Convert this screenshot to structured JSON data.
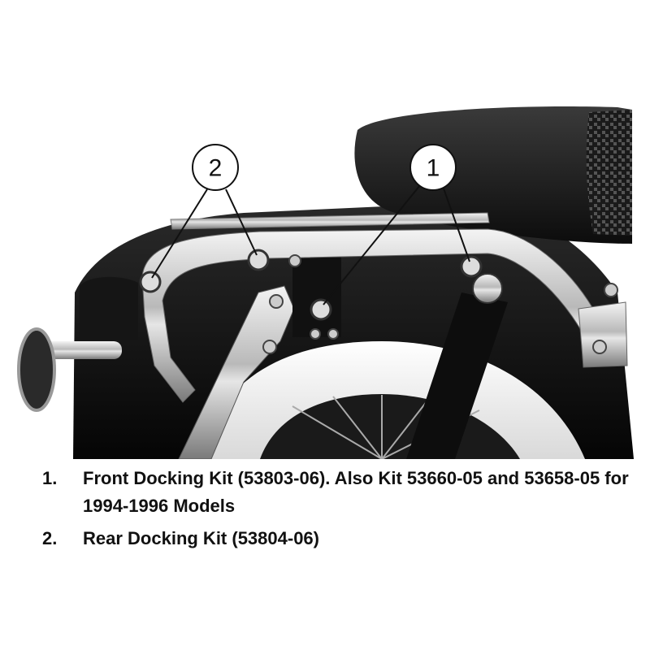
{
  "callouts": [
    {
      "number": "1"
    },
    {
      "number": "2"
    }
  ],
  "legend": [
    {
      "number": "1.",
      "text": "Front Docking Kit (53803-06). Also Kit 53660-05 and 53658-05 for 1994-1996 Models"
    },
    {
      "number": "2.",
      "text": "Rear Docking Kit (53804-06)"
    }
  ]
}
